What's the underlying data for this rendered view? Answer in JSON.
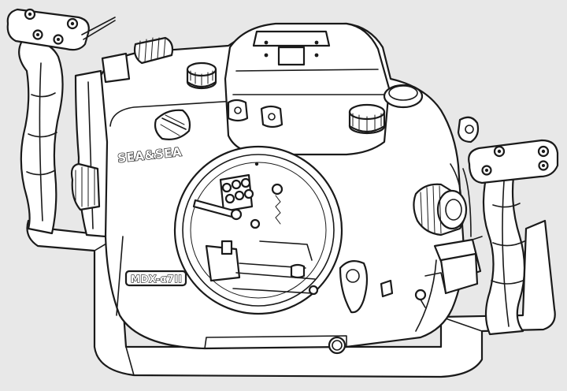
{
  "image": {
    "subject": "underwater camera housing line drawing",
    "background_color": "#e8e8e8",
    "line_color": "#1a1a1a",
    "fill_color": "#ffffff"
  },
  "branding": {
    "logo": "SEA&SEA",
    "model_plate": "MDX-α7II"
  }
}
